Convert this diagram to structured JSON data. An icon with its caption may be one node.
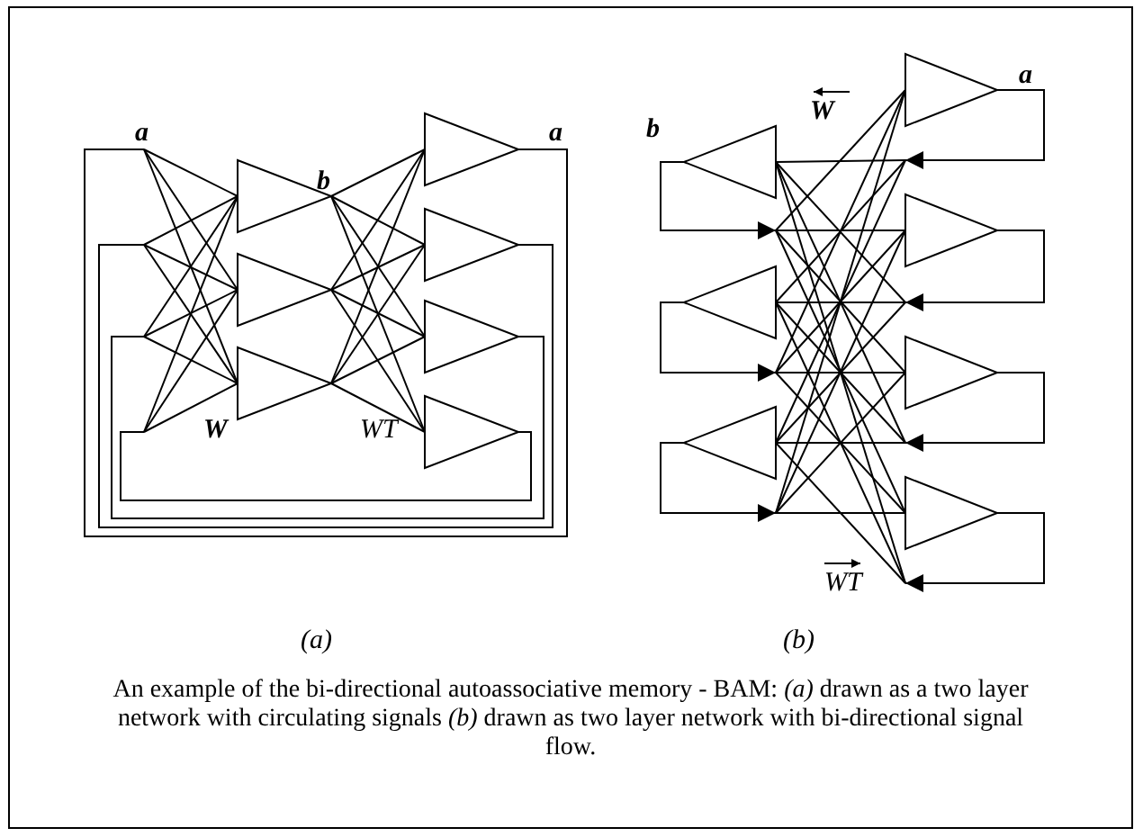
{
  "diagram": {
    "caption": "An example of the bi-directional autoassociative memory - BAM: *(a)* drawn as a two layer network with circulating signals *(b)* drawn as two layer network with bi-directional signal flow.",
    "labels": [
      "a",
      "b",
      "a",
      "W",
      "WT",
      "b",
      "W",
      "a",
      "WT",
      "(a)",
      "(b)"
    ]
  }
}
